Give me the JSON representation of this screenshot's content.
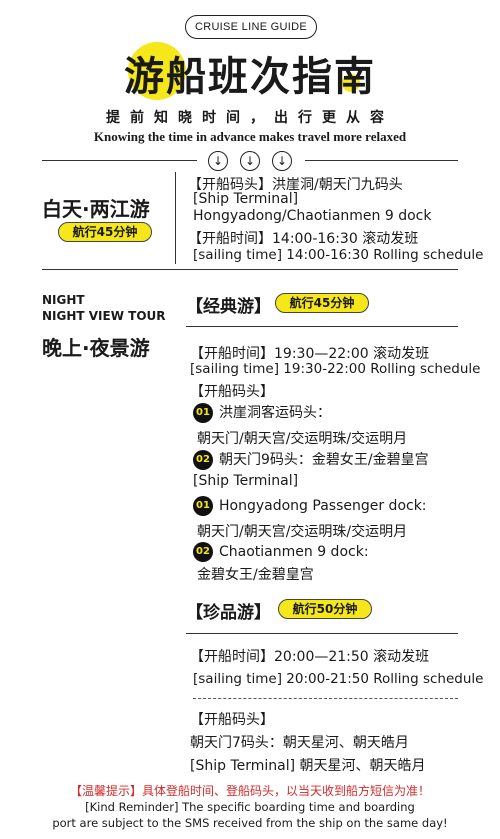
{
  "header": {
    "badge": "CRUISE LINE GUIDE",
    "title": "游船班次指南",
    "subtitle_cn": "提前知晓时间，出行更从容",
    "subtitle_en": "Knowing the time in advance makes travel more relaxed",
    "arrow_glyph": "↓"
  },
  "day": {
    "title": "白天·两江游",
    "duration": "航行45分钟",
    "lines": [
      "【开船码头】洪崖洞/朝天门九码头",
      "[Ship Terminal]",
      "Hongyadong/Chaotianmen 9 dock",
      "【开船时间】14:00-16:30 滚动发班",
      "[sailing time] 14:00-16:30 Rolling schedule"
    ]
  },
  "night": {
    "en1": "NIGHT",
    "en2": "NIGHT VIEW TOUR",
    "title": "晚上·夜景游",
    "classic": {
      "label": "【经典游】",
      "duration": "航行45分钟",
      "time_cn": "【开船时间】19:30—22:00 滚动发班",
      "time_en": "[sailing time] 19:30-22:00 Rolling schedule",
      "terminal_cn": "【开船码头】",
      "item1_num": "01",
      "item1": "洪崖洞客运码头：",
      "item1_sub": "朝天门/朝天宫/交运明珠/交运明月",
      "item2_num": "02",
      "item2": "朝天门9码头：金碧女王/金碧皇宫",
      "terminal_en": "[Ship Terminal]",
      "item3_num": "01",
      "item3": "Hongyadong Passenger dock:",
      "item3_sub": "朝天门/朝天宫/交运明珠/交运明月",
      "item4_num": "02",
      "item4": "Chaotianmen 9 dock:",
      "item4_sub": "金碧女王/金碧皇宫"
    },
    "premium": {
      "label": "【珍品游】",
      "duration": "航行50分钟",
      "time_cn": "【开船时间】20:00—21:50 滚动发班",
      "time_en": "[sailing time] 20:00-21:50 Rolling schedule",
      "terminal_cn": "【开船码头】",
      "terminal_line": "朝天门7码头：朝天星河、朝天皓月",
      "terminal_en": "[Ship Terminal] 朝天星河、朝天皓月"
    }
  },
  "footer": {
    "reminder_cn": "【温馨提示】具体登船时间、登船码头，以当天收到船方短信为准！",
    "reminder_en1": "[Kind Reminder] The specific boarding time and boarding",
    "reminder_en2": "port are subject to the SMS received from the ship on the same day!"
  },
  "colors": {
    "accent": "#f6e71a",
    "text": "#1a1a1a",
    "warning": "#d42b2b"
  }
}
